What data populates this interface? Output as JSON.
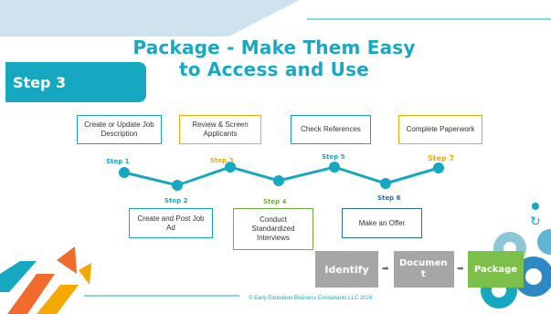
{
  "title": {
    "line1": "Package  - Make Them Easy",
    "line2": "to Access and Use"
  },
  "tab": {
    "label": "Step 3"
  },
  "top_boxes": [
    {
      "text": "Create or Update Job Description"
    },
    {
      "text": "Review & Screen Applicants"
    },
    {
      "text": "Check References"
    },
    {
      "text": "Complete Paperwork"
    }
  ],
  "bottom_boxes": [
    {
      "text": "Create and Post Job Ad"
    },
    {
      "text": "Conduct Standardized Interviews"
    },
    {
      "text": "Make an Offer"
    }
  ],
  "steps": {
    "s1": "Step 1",
    "s2": "Step 2",
    "s3": "Step 3",
    "s4": "Step 4",
    "s5": "Step 5",
    "s6": "Step 6",
    "s7": "Step 7"
  },
  "flow": {
    "identify": "Identify",
    "document": "Documen\nt",
    "package": "Package",
    "arrow": "➡"
  },
  "footer": "© Early Education Business Consultants LLC 2024",
  "colors": {
    "teal": "#16a7c1",
    "orange": "#f5a800",
    "green": "#6fb23b",
    "blue": "#2b6cb0",
    "gray": "#a6a6a6",
    "package_green": "#7cbf4a"
  }
}
